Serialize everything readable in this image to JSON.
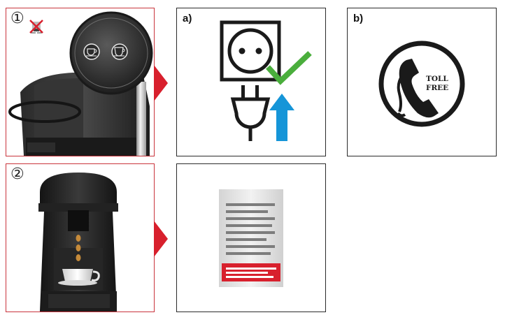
{
  "steps": [
    {
      "number": "①",
      "icon": "no-descaling-icon"
    },
    {
      "number": "②",
      "icon": "coffee-drip-icon"
    }
  ],
  "panels": {
    "a": {
      "label": "a)",
      "icons": [
        "power-socket-icon",
        "power-plug-icon",
        "checkmark-icon",
        "up-arrow-icon"
      ]
    },
    "b": {
      "label": "b)",
      "badge_line1": "TOLL",
      "badge_line2": "FREE",
      "icon": "phone-icon"
    },
    "c": {
      "icon": "document-icon"
    }
  },
  "colors": {
    "accent_red": "#d8202d",
    "check_green": "#4aae3c",
    "arrow_blue": "#1595d8",
    "panel_border_red": "#c9343c"
  }
}
